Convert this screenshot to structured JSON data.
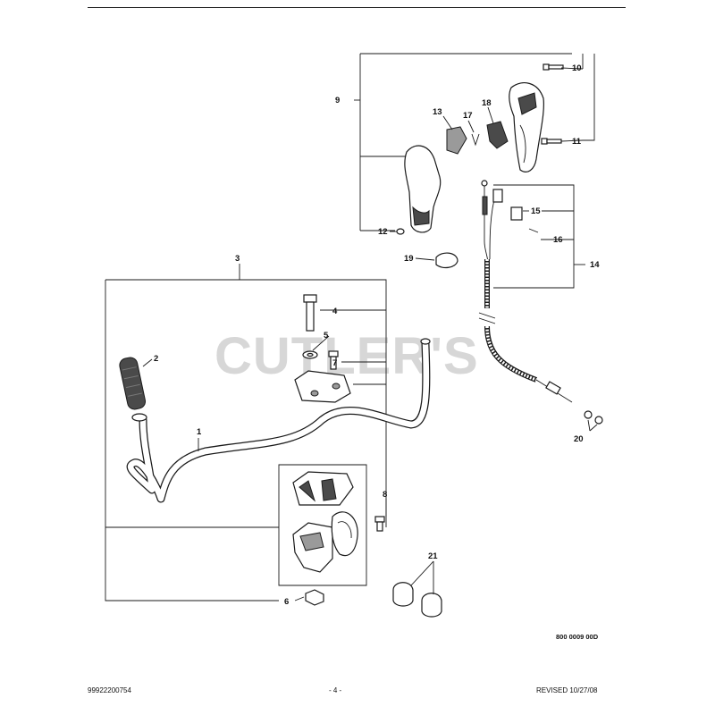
{
  "watermark": "CUTLER'S",
  "callouts": {
    "c1": "1",
    "c2": "2",
    "c3": "3",
    "c4": "4",
    "c5": "5",
    "c6": "6",
    "c7": "7",
    "c8": "8",
    "c9": "9",
    "c10": "10",
    "c11": "11",
    "c12": "12",
    "c13": "13",
    "c14": "14",
    "c15": "15",
    "c16": "16",
    "c17": "17",
    "c18": "18",
    "c19": "19",
    "c20": "20",
    "c21": "21"
  },
  "drawing_code": "800 0009 00D",
  "footer": {
    "part_number": "99922200754",
    "page": "- 4 -",
    "revised": "REVISED 10/27/08"
  }
}
